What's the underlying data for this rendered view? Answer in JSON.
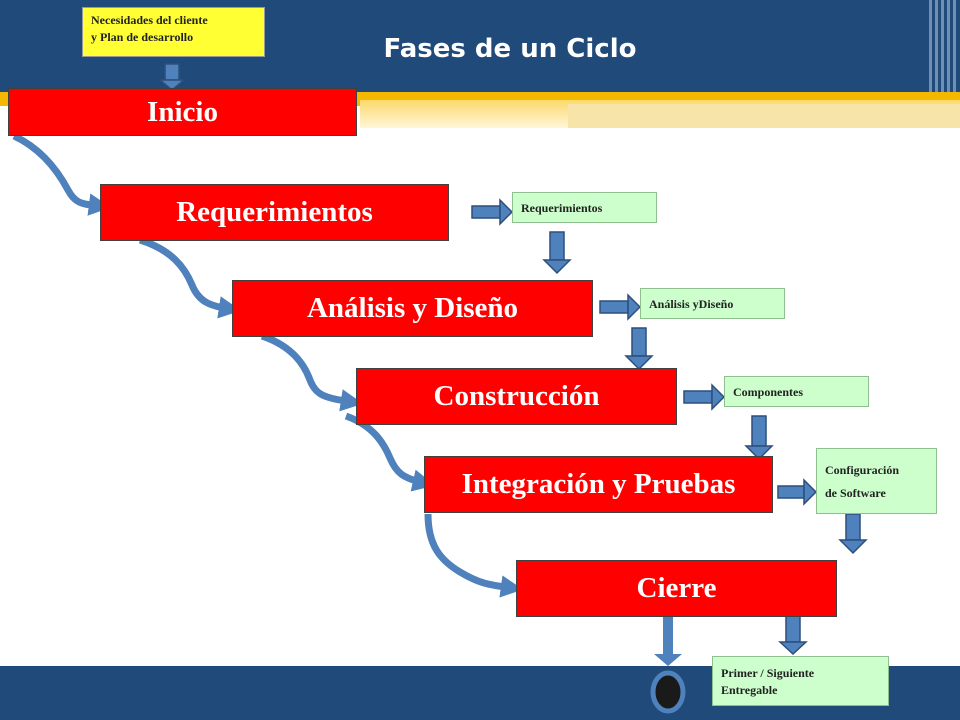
{
  "title": "Fases de un Ciclo",
  "phases": [
    {
      "label": "Inicio"
    },
    {
      "label": "Requerimientos"
    },
    {
      "label": "Análisis y Diseño"
    },
    {
      "label": "Construcción"
    },
    {
      "label": "Integración y Pruebas"
    },
    {
      "label": "Cierre"
    }
  ],
  "notes": {
    "input": [
      "Necesidades del cliente",
      "y Plan de desarrollo"
    ],
    "requerimientos": "Requerimientos",
    "analisis": "Análisis yDiseño",
    "componentes": "Componentes",
    "configuracion": [
      "Configuración",
      "de Software"
    ],
    "entregable": [
      "Primer / Siguiente",
      "Entregable"
    ]
  },
  "colors": {
    "phase_fill": "#ff0000",
    "note_fill": "#ffff33",
    "output_note_fill": "#ccffcc",
    "arrow": "#4f81bd",
    "header_bar": "#1f4a7a",
    "accent_bar": "#f5b800"
  }
}
